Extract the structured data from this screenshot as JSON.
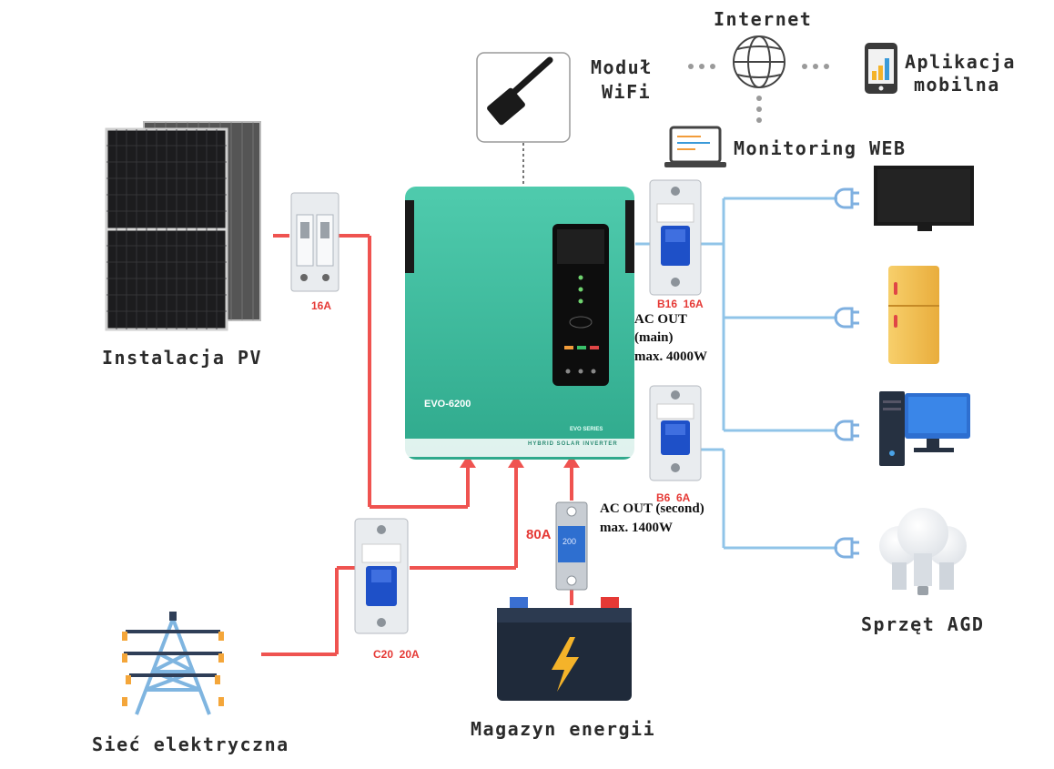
{
  "labels": {
    "pv": "Instalacja PV",
    "grid": "Sieć elektryczna",
    "storage": "Magazyn energii",
    "appliances": "Sprzęt AGD",
    "internet": "Internet",
    "wifi_line1": "Moduł",
    "wifi_line2": "WiFi",
    "app_line1": "Aplikacja",
    "app_line2": "mobilna",
    "web": "Monitoring WEB"
  },
  "breakers": {
    "pv_fuse": "16A",
    "main_out": "B16  16A",
    "second_out": "B6  6A",
    "grid": "C20  20A",
    "battery_fuse": "80A",
    "fuse_body": "200"
  },
  "ac_out_main": {
    "line1": "AC OUT",
    "line2": "(main)",
    "line3": "max. 4000W"
  },
  "ac_out_second": {
    "line1": "AC OUT (second)",
    "line2": "max. 1400W"
  },
  "inverter": {
    "model": "EVO-6200",
    "series": "EVO SERIES",
    "subtitle": "HYBRID SOLAR INVERTER"
  },
  "colors": {
    "dc_line": "#ef5350",
    "ac_line": "#90c4e8",
    "inverter_body": "#3dbfa0"
  },
  "icons": [
    "solar-panel-icon",
    "transmission-tower-icon",
    "battery-icon",
    "inverter-icon",
    "wifi-dongle-icon",
    "globe-icon",
    "smartphone-icon",
    "laptop-icon",
    "tv-icon",
    "fridge-icon",
    "desktop-computer-icon",
    "light-bulbs-icon",
    "plug-icon",
    "breaker-icon",
    "fuse-icon"
  ]
}
